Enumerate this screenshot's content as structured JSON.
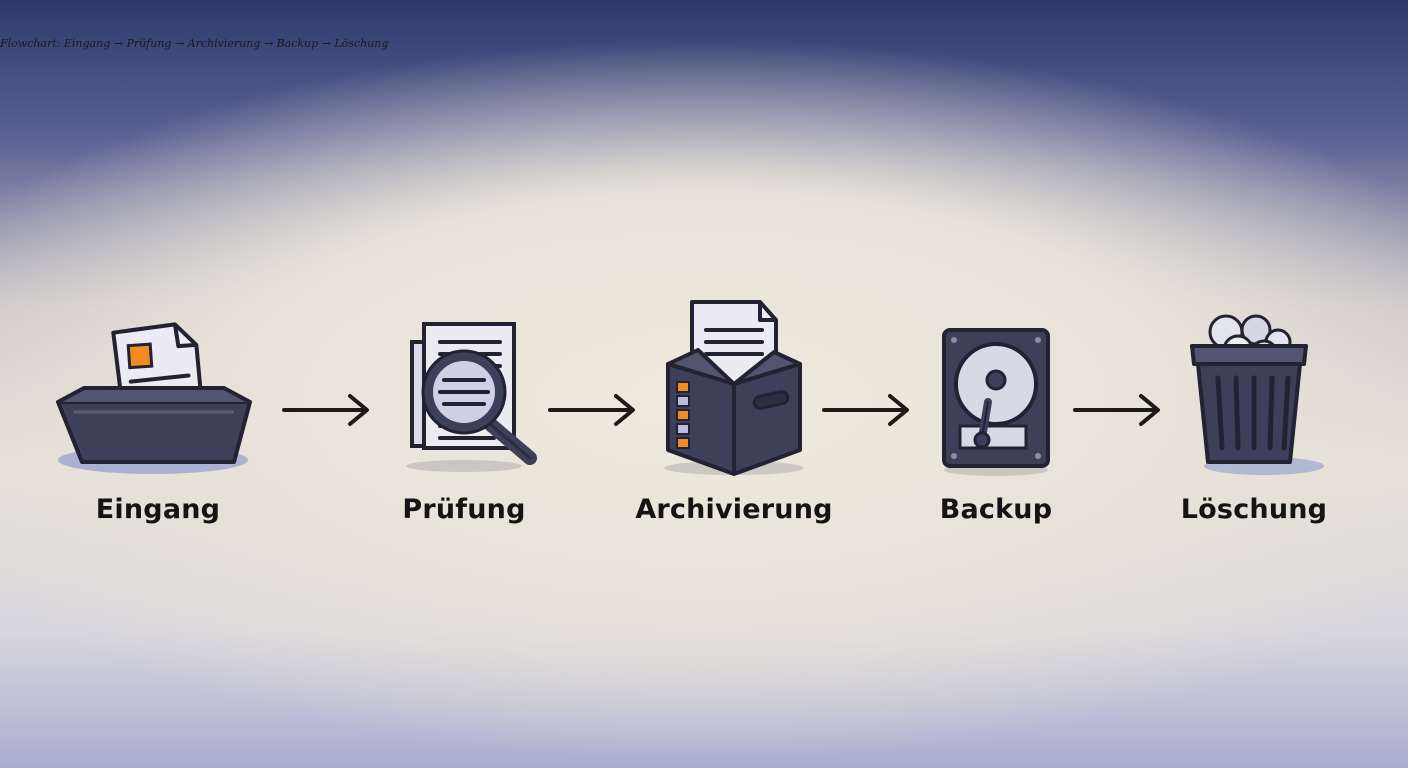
{
  "caption": "Flowchart: Eingang → Prüfung → Archivierung → Backup → Löschung",
  "steps": [
    {
      "label": "Eingang",
      "icon": "inbox-tray-icon"
    },
    {
      "label": "Prüfung",
      "icon": "magnifier-document-icon"
    },
    {
      "label": "Archivierung",
      "icon": "archive-box-icon"
    },
    {
      "label": "Backup",
      "icon": "hard-drive-icon"
    },
    {
      "label": "Löschung",
      "icon": "trash-bin-icon"
    }
  ],
  "colors": {
    "outline": "#222233",
    "box_fill": "#3e3f58",
    "paper": "#ecebf0",
    "accent_orange": "#f08c22",
    "accent_lavender": "#b9bce0"
  }
}
